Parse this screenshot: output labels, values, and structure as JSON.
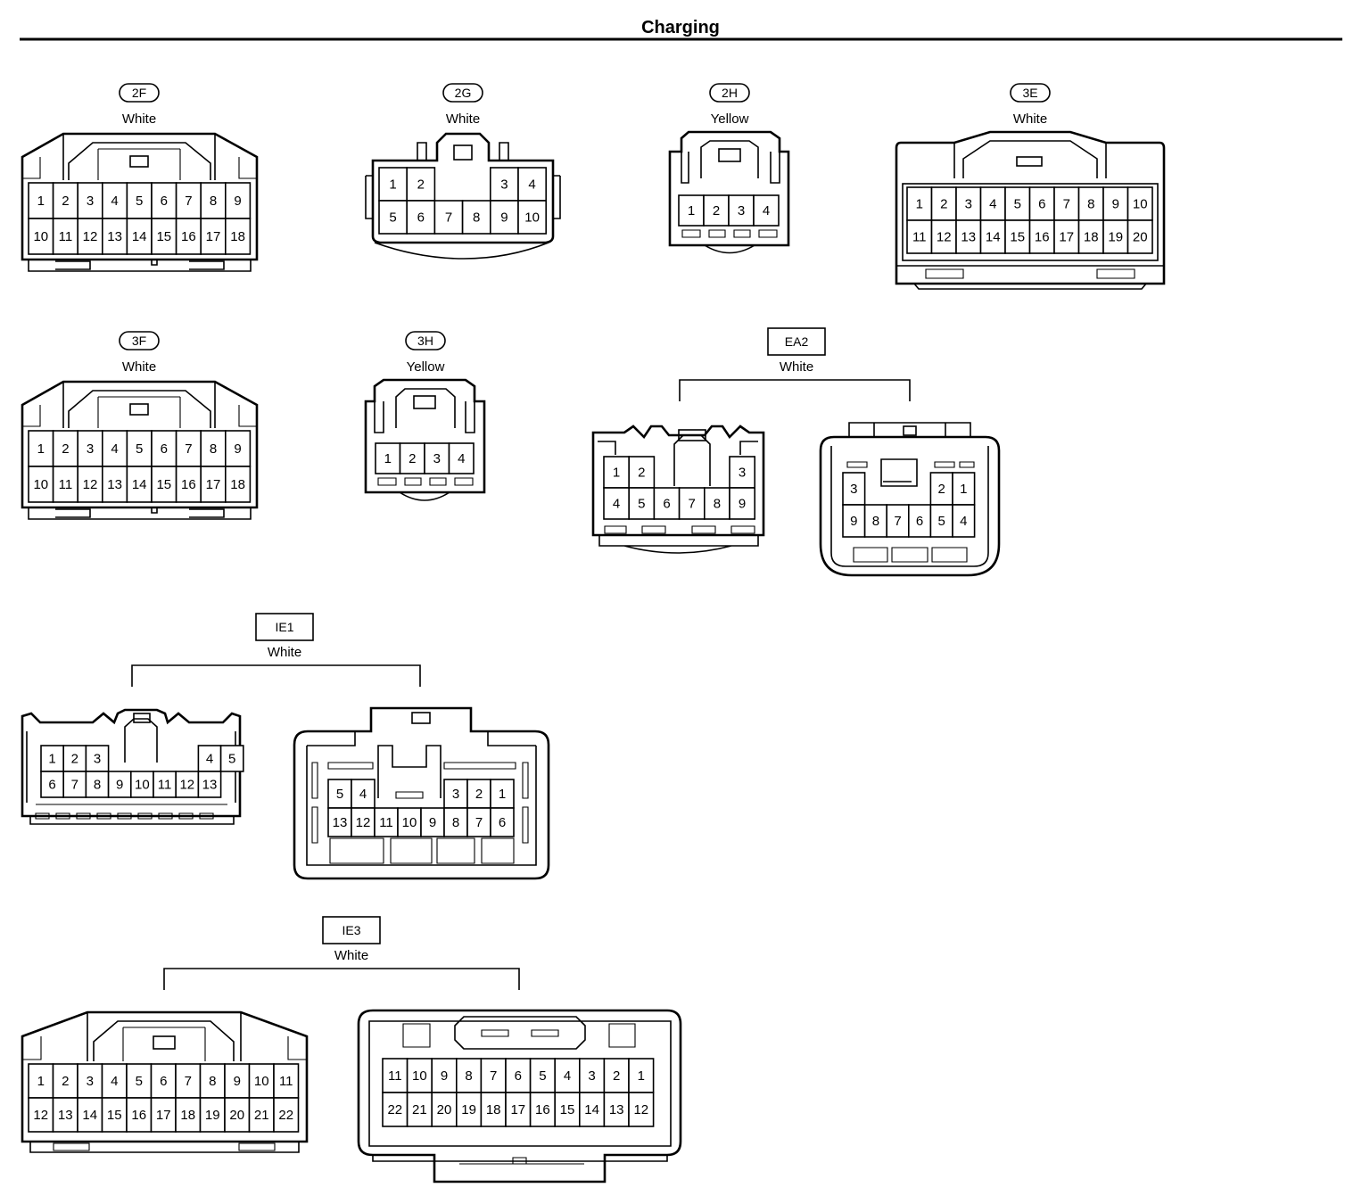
{
  "page": {
    "title": "Charging"
  },
  "connectors": [
    {
      "id": "2F",
      "tag_style": "pill",
      "color": "White",
      "rows": [
        [
          "1",
          "2",
          "3",
          "4",
          "5",
          "6",
          "7",
          "8",
          "9"
        ],
        [
          "10",
          "11",
          "12",
          "13",
          "14",
          "15",
          "16",
          "17",
          "18"
        ]
      ]
    },
    {
      "id": "2G",
      "tag_style": "pill",
      "color": "White",
      "rows": [
        [
          "1",
          "2",
          "",
          "",
          "3",
          "4"
        ],
        [
          "5",
          "6",
          "7",
          "8",
          "9",
          "10"
        ]
      ]
    },
    {
      "id": "2H",
      "tag_style": "pill",
      "color": "Yellow",
      "rows": [
        [
          "1",
          "2",
          "3",
          "4"
        ]
      ]
    },
    {
      "id": "3E",
      "tag_style": "pill",
      "color": "White",
      "rows": [
        [
          "1",
          "2",
          "3",
          "4",
          "5",
          "6",
          "7",
          "8",
          "9",
          "10"
        ],
        [
          "11",
          "12",
          "13",
          "14",
          "15",
          "16",
          "17",
          "18",
          "19",
          "20"
        ]
      ]
    },
    {
      "id": "3F",
      "tag_style": "pill",
      "color": "White",
      "rows": [
        [
          "1",
          "2",
          "3",
          "4",
          "5",
          "6",
          "7",
          "8",
          "9"
        ],
        [
          "10",
          "11",
          "12",
          "13",
          "14",
          "15",
          "16",
          "17",
          "18"
        ]
      ]
    },
    {
      "id": "3H",
      "tag_style": "pill",
      "color": "Yellow",
      "rows": [
        [
          "1",
          "2",
          "3",
          "4"
        ]
      ]
    },
    {
      "id": "EA2",
      "tag_style": "box",
      "color": "White",
      "views": [
        {
          "rows": [
            [
              "1",
              "2",
              "",
              "",
              "",
              "3"
            ],
            [
              "4",
              "5",
              "6",
              "7",
              "8",
              "9"
            ]
          ]
        },
        {
          "rows": [
            [
              "3",
              "",
              "",
              "",
              "2",
              "1"
            ],
            [
              "9",
              "8",
              "7",
              "6",
              "5",
              "4"
            ]
          ]
        }
      ]
    },
    {
      "id": "IE1",
      "tag_style": "box",
      "color": "White",
      "views": [
        {
          "rows": [
            [
              "1",
              "2",
              "3",
              "",
              "",
              "",
              "",
              "4",
              "5"
            ],
            [
              "6",
              "7",
              "8",
              "9",
              "10",
              "11",
              "12",
              "13"
            ]
          ]
        },
        {
          "rows": [
            [
              "5",
              "4",
              "",
              "",
              "",
              "3",
              "2",
              "1"
            ],
            [
              "13",
              "12",
              "11",
              "10",
              "9",
              "8",
              "7",
              "6"
            ]
          ]
        }
      ]
    },
    {
      "id": "IE3",
      "tag_style": "box",
      "color": "White",
      "views": [
        {
          "rows": [
            [
              "1",
              "2",
              "3",
              "4",
              "5",
              "6",
              "7",
              "8",
              "9",
              "10",
              "11"
            ],
            [
              "12",
              "13",
              "14",
              "15",
              "16",
              "17",
              "18",
              "19",
              "20",
              "21",
              "22"
            ]
          ]
        },
        {
          "rows": [
            [
              "11",
              "10",
              "9",
              "8",
              "7",
              "6",
              "5",
              "4",
              "3",
              "2",
              "1"
            ],
            [
              "22",
              "21",
              "20",
              "19",
              "18",
              "17",
              "16",
              "15",
              "14",
              "13",
              "12"
            ]
          ]
        }
      ]
    }
  ]
}
